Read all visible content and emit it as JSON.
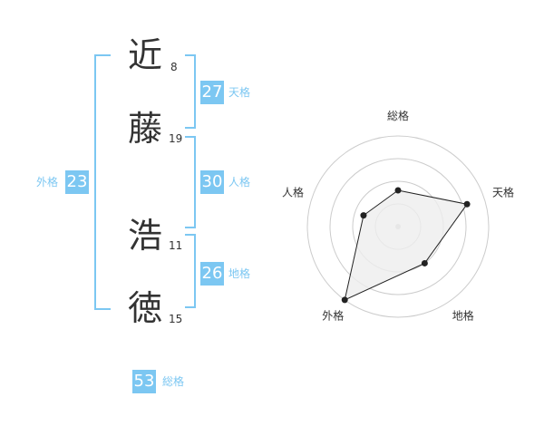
{
  "name": {
    "characters": [
      {
        "char": "近",
        "strokes": "8"
      },
      {
        "char": "藤",
        "strokes": "19"
      },
      {
        "char": "浩",
        "strokes": "11"
      },
      {
        "char": "徳",
        "strokes": "15"
      }
    ]
  },
  "fortunes": {
    "tenkaku": {
      "value": "27",
      "label": "天格"
    },
    "jinkaku": {
      "value": "30",
      "label": "人格"
    },
    "chikaku": {
      "value": "26",
      "label": "地格"
    },
    "gaikaku": {
      "value": "23",
      "label": "外格"
    },
    "soukaku": {
      "value": "53",
      "label": "総格"
    }
  },
  "chart_data": {
    "type": "radar",
    "axes": [
      "総格",
      "天格",
      "地格",
      "外格",
      "人格"
    ],
    "values": [
      2,
      4,
      2.5,
      5,
      2
    ],
    "max": 5,
    "rings": 4,
    "colors": {
      "line": "#222222",
      "fill": "#eeeeee",
      "grid": "#cccccc"
    }
  }
}
